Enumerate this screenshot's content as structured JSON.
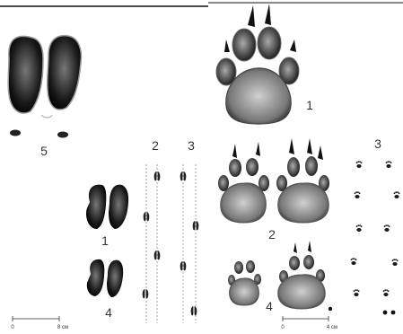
{
  "left_panel": {
    "hoof_label": "5",
    "track_1_label": "1",
    "track_4_label": "4",
    "trail_2_label": "2",
    "trail_3_label": "3",
    "scale_start": "0",
    "scale_end": "8 см"
  },
  "right_panel": {
    "large_paw_label": "1",
    "pair_label": "2",
    "trail_label": "3",
    "small_pair_label": "4",
    "scale_start": "0",
    "scale_end": "4 см"
  },
  "colors": {
    "ink": "#1a1a1a",
    "mid": "#555555",
    "light": "#bbbbbb",
    "paper": "#ffffff"
  }
}
